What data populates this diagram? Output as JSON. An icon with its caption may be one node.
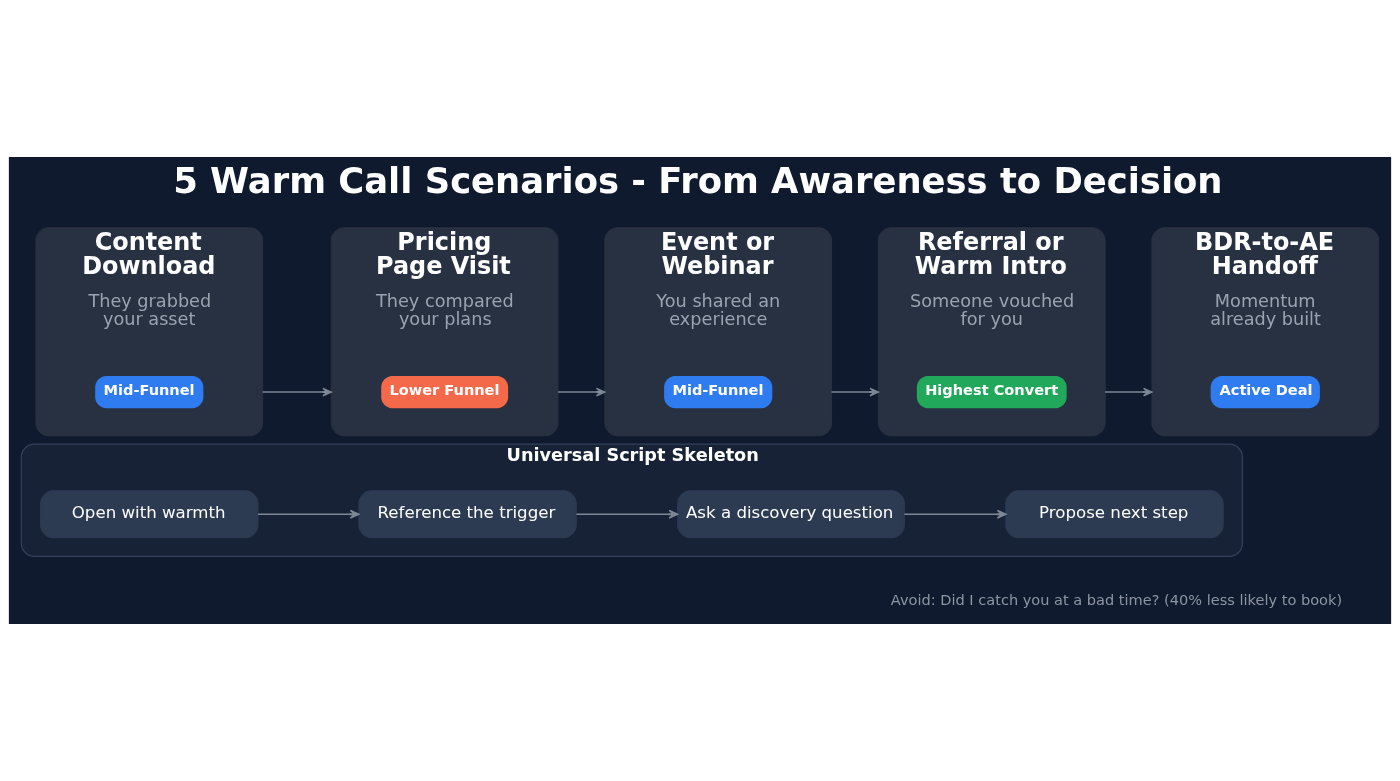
{
  "diagram": {
    "title": "5 Warm Call Scenarios - From Awareness to Decision",
    "nodes": [
      {
        "text": [
          "Content Download",
          "They grabbed your asset"
        ]
      },
      {
        "text": [
          "Mid-Funnel"
        ],
        "in": 0
      },
      {
        "text": [
          "Pricing Page Visit",
          "They compared your plans"
        ]
      },
      {
        "text": [
          "Lower Funnel"
        ],
        "in": 2
      },
      {
        "text": [
          "Event or Webinar",
          "You shared an experience"
        ]
      },
      {
        "text": [
          "Mid-Funnel"
        ],
        "in": 4
      },
      {
        "text": [
          "Referral or Warm Intro",
          "Someone vouched for you"
        ]
      },
      {
        "text": [
          "Highest Convert"
        ],
        "in": 6
      },
      {
        "text": [
          "BDR-to-AE Handoff",
          "Momentum already built"
        ]
      },
      {
        "text": [
          "Active Deal"
        ],
        "in": 8
      },
      {
        "text": [
          "Universal Script Skeleton"
        ]
      },
      {
        "text": [
          "Open with warmth"
        ],
        "in": 10
      },
      {
        "text": [
          "Reference the trigger"
        ],
        "in": 10
      },
      {
        "text": [
          "Ask a discovery question"
        ],
        "in": 10
      },
      {
        "text": [
          "Propose next step"
        ],
        "in": 10
      }
    ],
    "edges": [
      {
        "from": 0,
        "to": 2,
        "arrow": "to"
      },
      {
        "from": 2,
        "to": 4,
        "arrow": "to"
      },
      {
        "from": 4,
        "to": 6,
        "arrow": "to"
      },
      {
        "from": 6,
        "to": 8,
        "arrow": "to"
      },
      {
        "from": 11,
        "to": 12,
        "arrow": "to"
      },
      {
        "from": 12,
        "to": 13,
        "arrow": "to"
      },
      {
        "from": 13,
        "to": 14,
        "arrow": "to"
      }
    ],
    "labels": [
      "Avoid: Did I catch you at a bad time? (40% less likely to book)"
    ]
  }
}
